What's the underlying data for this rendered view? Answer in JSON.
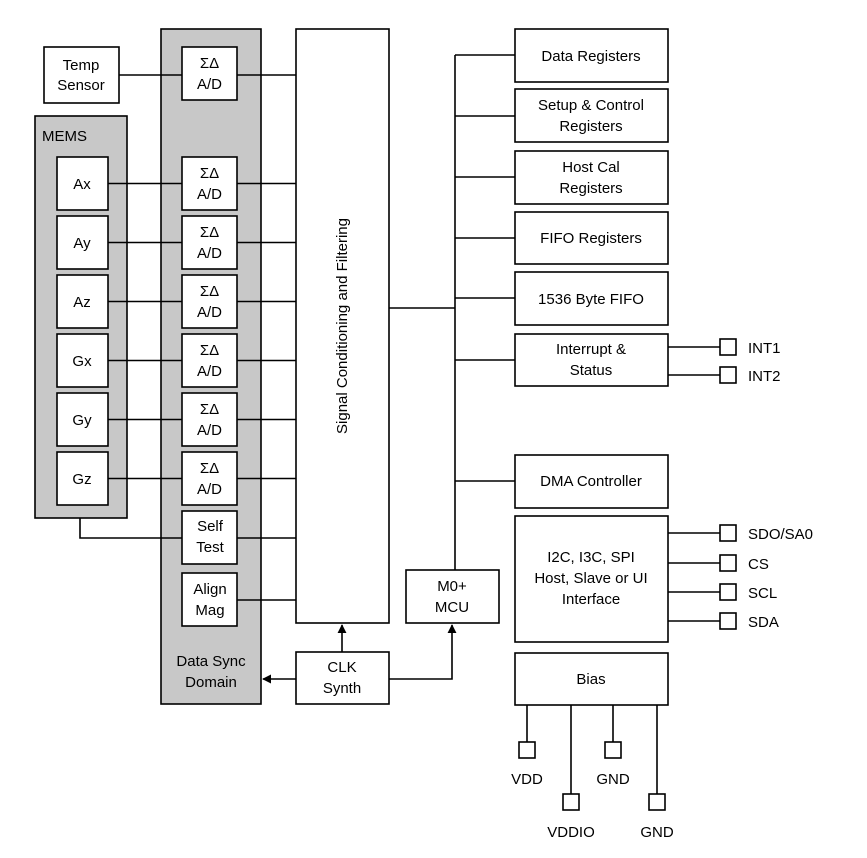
{
  "temp_sensor": [
    "Temp",
    "Sensor"
  ],
  "mems": {
    "title": "MEMS",
    "sensors": [
      "Ax",
      "Ay",
      "Az",
      "Gx",
      "Gy",
      "Gz"
    ]
  },
  "adc_label": [
    "ΣΔ",
    "A/D"
  ],
  "self_test": [
    "Self",
    "Test"
  ],
  "align_mag": [
    "Align",
    "Mag"
  ],
  "data_sync_domain": [
    "Data Sync",
    "Domain"
  ],
  "signal_conditioning": "Signal Conditioning and Filtering",
  "clk_synth": [
    "CLK",
    "Synth"
  ],
  "mcu": [
    "M0+",
    "MCU"
  ],
  "blocks": {
    "data_registers": [
      "Data Registers"
    ],
    "setup_control": [
      "Setup & Control",
      "Registers"
    ],
    "host_cal": [
      "Host Cal",
      "Registers"
    ],
    "fifo_registers": [
      "FIFO Registers"
    ],
    "fifo_1536": [
      "1536 Byte FIFO"
    ],
    "interrupt_status": [
      "Interrupt &",
      "Status"
    ],
    "dma_controller": [
      "DMA Controller"
    ],
    "interface": [
      "I2C, I3C, SPI",
      "Host, Slave or UI",
      "Interface"
    ],
    "bias": [
      "Bias"
    ]
  },
  "pins": {
    "int1": "INT1",
    "int2": "INT2",
    "sdo_sa0": "SDO/SA0",
    "cs": "CS",
    "scl": "SCL",
    "sda": "SDA",
    "vdd": "VDD",
    "vddio": "VDDIO",
    "gnd_1": "GND",
    "gnd_2": "GND"
  }
}
